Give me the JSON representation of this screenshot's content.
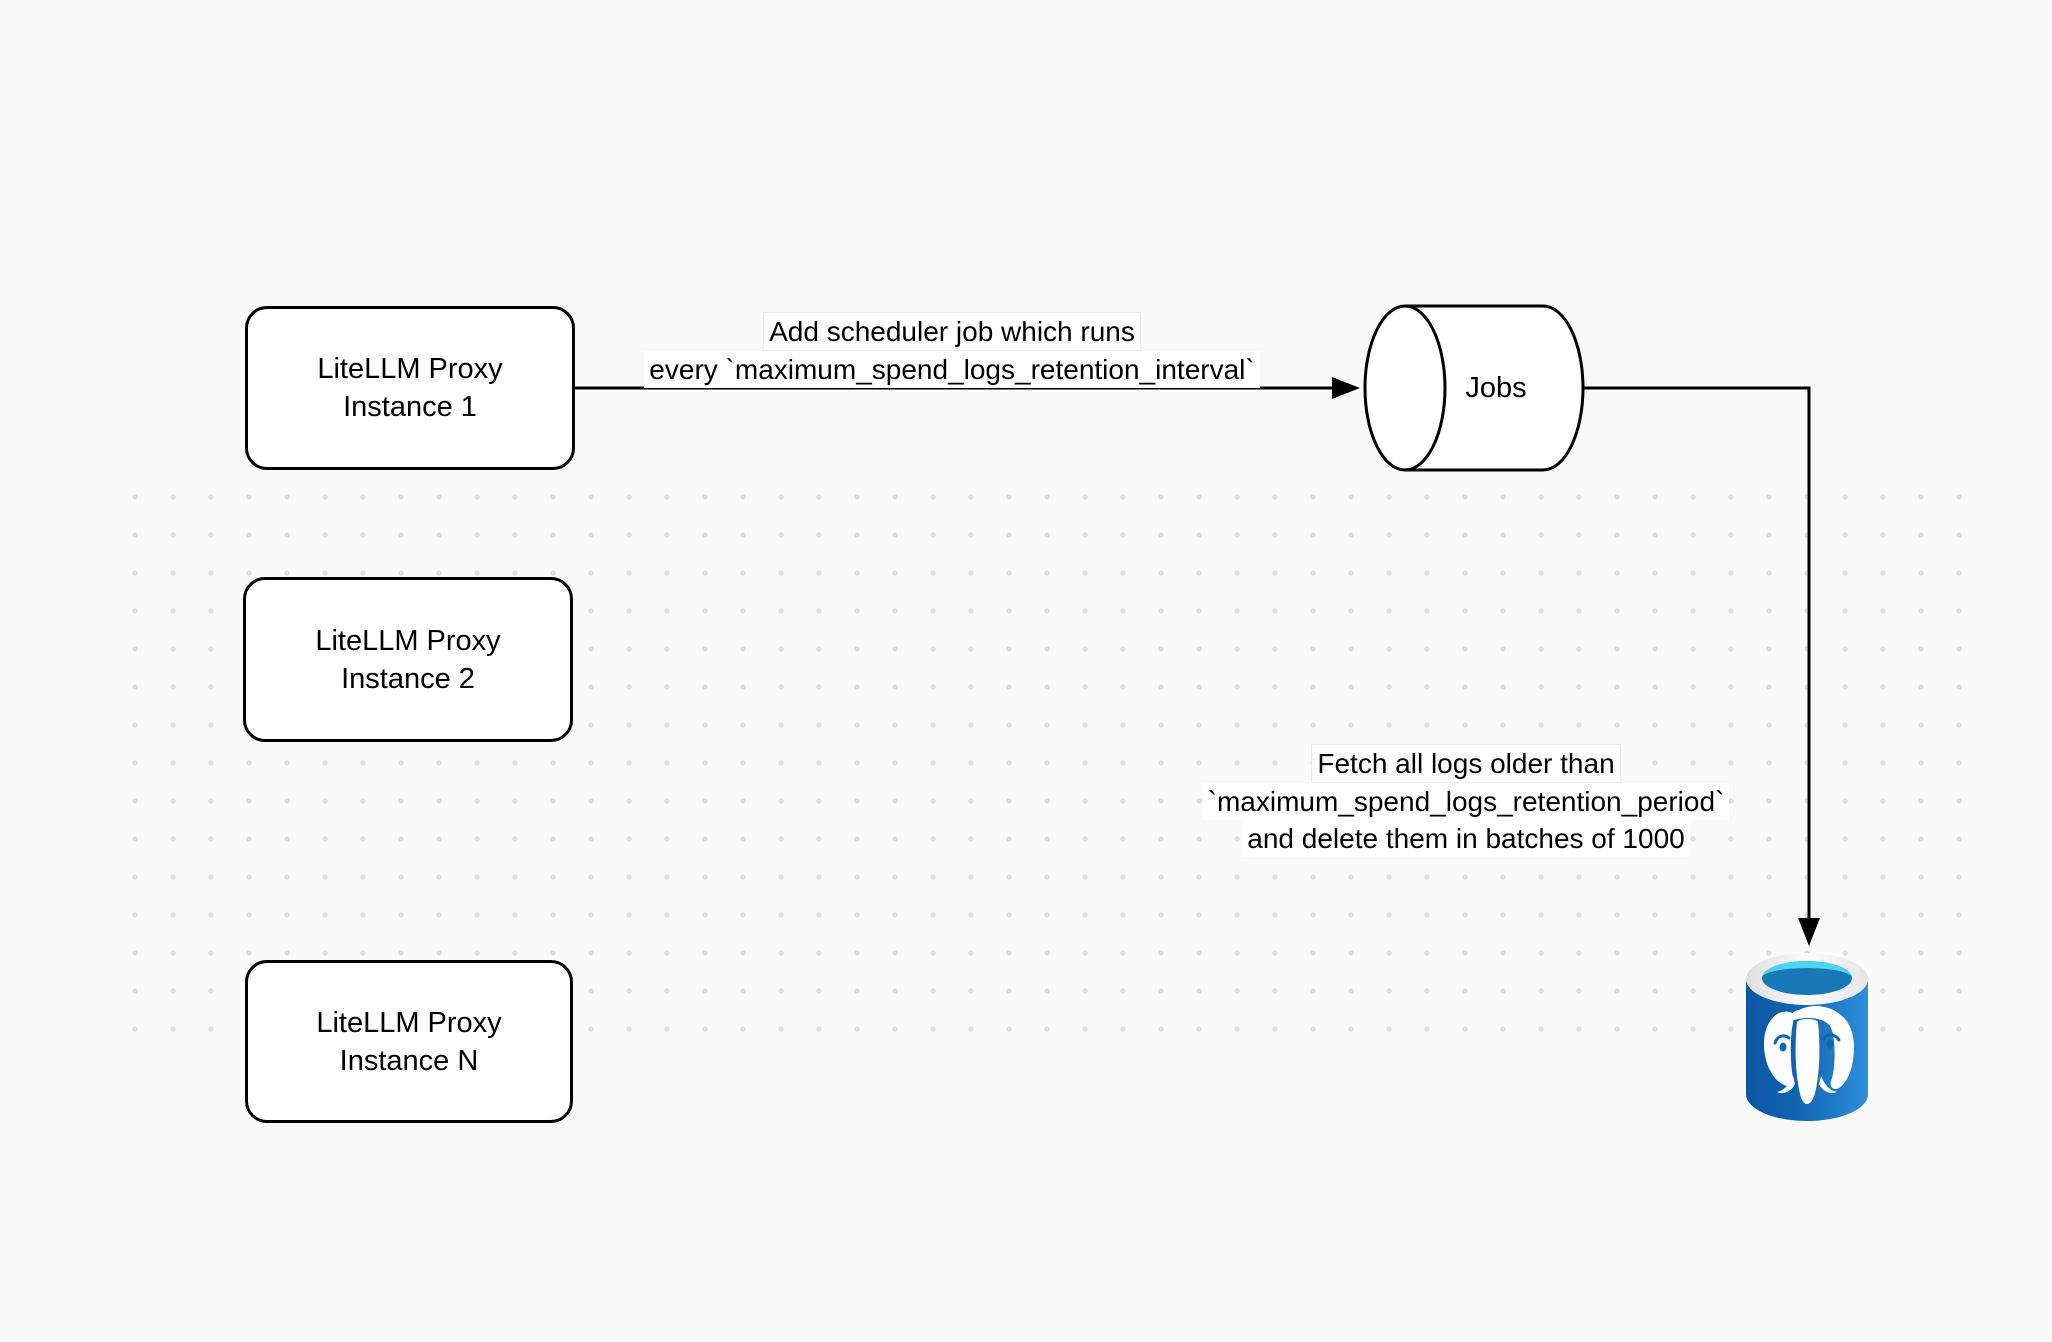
{
  "canvas": {
    "background_color": "#fafafa",
    "dot_color": "#e0e0e0",
    "stroke_color": "#000000"
  },
  "nodes": {
    "instance1": {
      "line1": "LiteLLM Proxy",
      "line2": "Instance 1"
    },
    "instance2": {
      "line1": "LiteLLM Proxy",
      "line2": "Instance 2"
    },
    "instanceN": {
      "line1": "LiteLLM Proxy",
      "line2": "Instance N"
    },
    "jobs": {
      "label": "Jobs"
    },
    "postgres": {
      "icon": "postgresql-database-icon",
      "colors": {
        "body_left": "#0c55a3",
        "body_mid": "#1266b2",
        "body_right": "#2e8fd9",
        "rim": "#f0f0f0",
        "opening_top": "#49d6f5",
        "opening_depth": "#1978b7",
        "elephant": "#ffffff",
        "detail": "#1165b0"
      }
    }
  },
  "edges": {
    "scheduler_label": {
      "line1": "Add scheduler job which runs",
      "line2": "every `maximum_spend_logs_retention_interval`"
    },
    "fetch_label": {
      "line1": "Fetch all logs older than",
      "line2": "`maximum_spend_logs_retention_period`",
      "line3": "and delete them in batches of 1000"
    }
  }
}
